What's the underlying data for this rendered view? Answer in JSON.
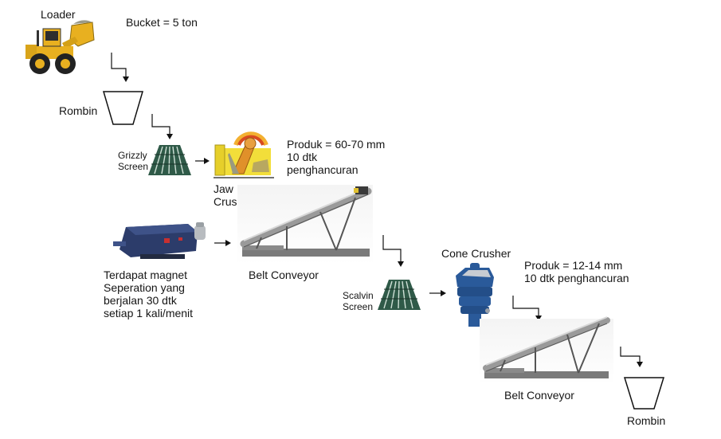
{
  "diagram": {
    "title": "Crushing Process Flow",
    "nodes": {
      "loader": {
        "label": "Loader",
        "note": "Bucket = 5 ton",
        "icon": "wheel-loader-icon"
      },
      "rombin1": {
        "label": "Rombin",
        "icon": "hopper-icon"
      },
      "grizzly": {
        "label_lines": [
          "Grizzly",
          "Screen"
        ],
        "icon": "grizzly-screen-icon"
      },
      "jaw": {
        "label_lines": [
          "Jaw",
          "Crusher"
        ],
        "note_lines": [
          "Produk = 60-70 mm",
          "10 dtk",
          "penghancuran"
        ],
        "icon": "jaw-crusher-icon"
      },
      "magnet": {
        "note_lines": [
          "Terdapat magnet",
          "Seperation yang",
          "berjalan 30 dtk",
          "setiap 1 kali/menit"
        ],
        "icon": "magnetic-separator-icon"
      },
      "belt1": {
        "label": "Belt Conveyor",
        "icon": "belt-conveyor-icon"
      },
      "scalvin": {
        "label_lines": [
          "Scalvin",
          "Screen"
        ],
        "icon": "scalping-screen-icon"
      },
      "cone": {
        "label": "Cone Crusher",
        "note_lines": [
          "Produk = 12-14 mm",
          "10 dtk penghancuran"
        ],
        "icon": "cone-crusher-icon"
      },
      "belt2": {
        "label": "Belt Conveyor",
        "icon": "belt-conveyor-icon"
      },
      "rombin2": {
        "label": "Rombin",
        "icon": "hopper-icon"
      }
    },
    "colors": {
      "loader_yellow": "#e8b020",
      "screen_green": "#2f5a48",
      "jaw_yellow": "#f2de3a",
      "jaw_orange": "#e0902a",
      "magnet_blue": "#2c3c6a",
      "cone_blue": "#2a5a9a",
      "conveyor_gray": "#8a8a8a"
    }
  }
}
